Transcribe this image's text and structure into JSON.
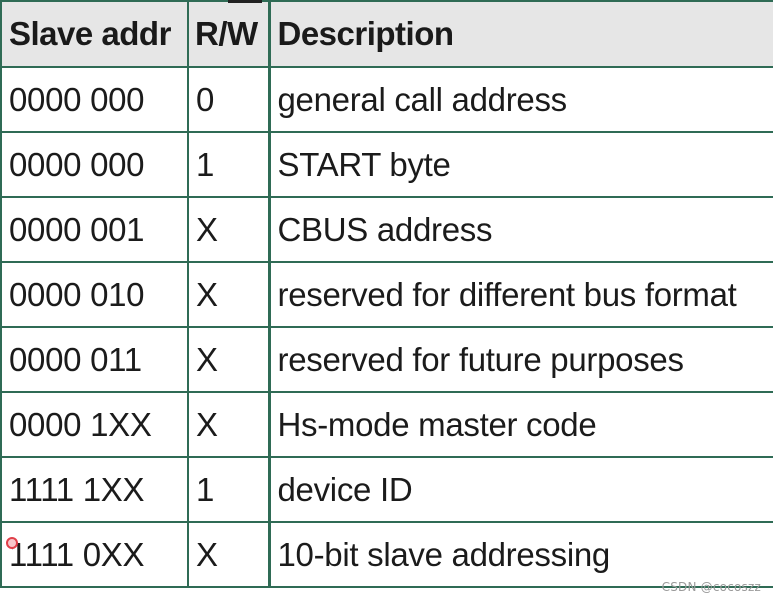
{
  "table": {
    "headers": [
      "Slave addr",
      "R/W",
      "Description"
    ],
    "rows": [
      [
        "0000 000",
        "0",
        "general call address"
      ],
      [
        "0000 000",
        "1",
        "START byte"
      ],
      [
        "0000 001",
        "X",
        "CBUS address"
      ],
      [
        "0000 010",
        "X",
        "reserved for different bus format"
      ],
      [
        "0000 011",
        "X",
        "reserved for future purposes"
      ],
      [
        "0000 1XX",
        "X",
        "Hs-mode master code"
      ],
      [
        "1111 1XX",
        "1",
        "device ID"
      ],
      [
        "1111 0XX",
        "X",
        "10-bit slave addressing"
      ]
    ]
  },
  "watermark": "CSDN @cocoszz",
  "colors": {
    "border": "#2f6b55",
    "header_background": "#e6e6e6",
    "text": "#1b1b1b",
    "watermark": "#9a9a9a",
    "marker": "#e0404a"
  }
}
